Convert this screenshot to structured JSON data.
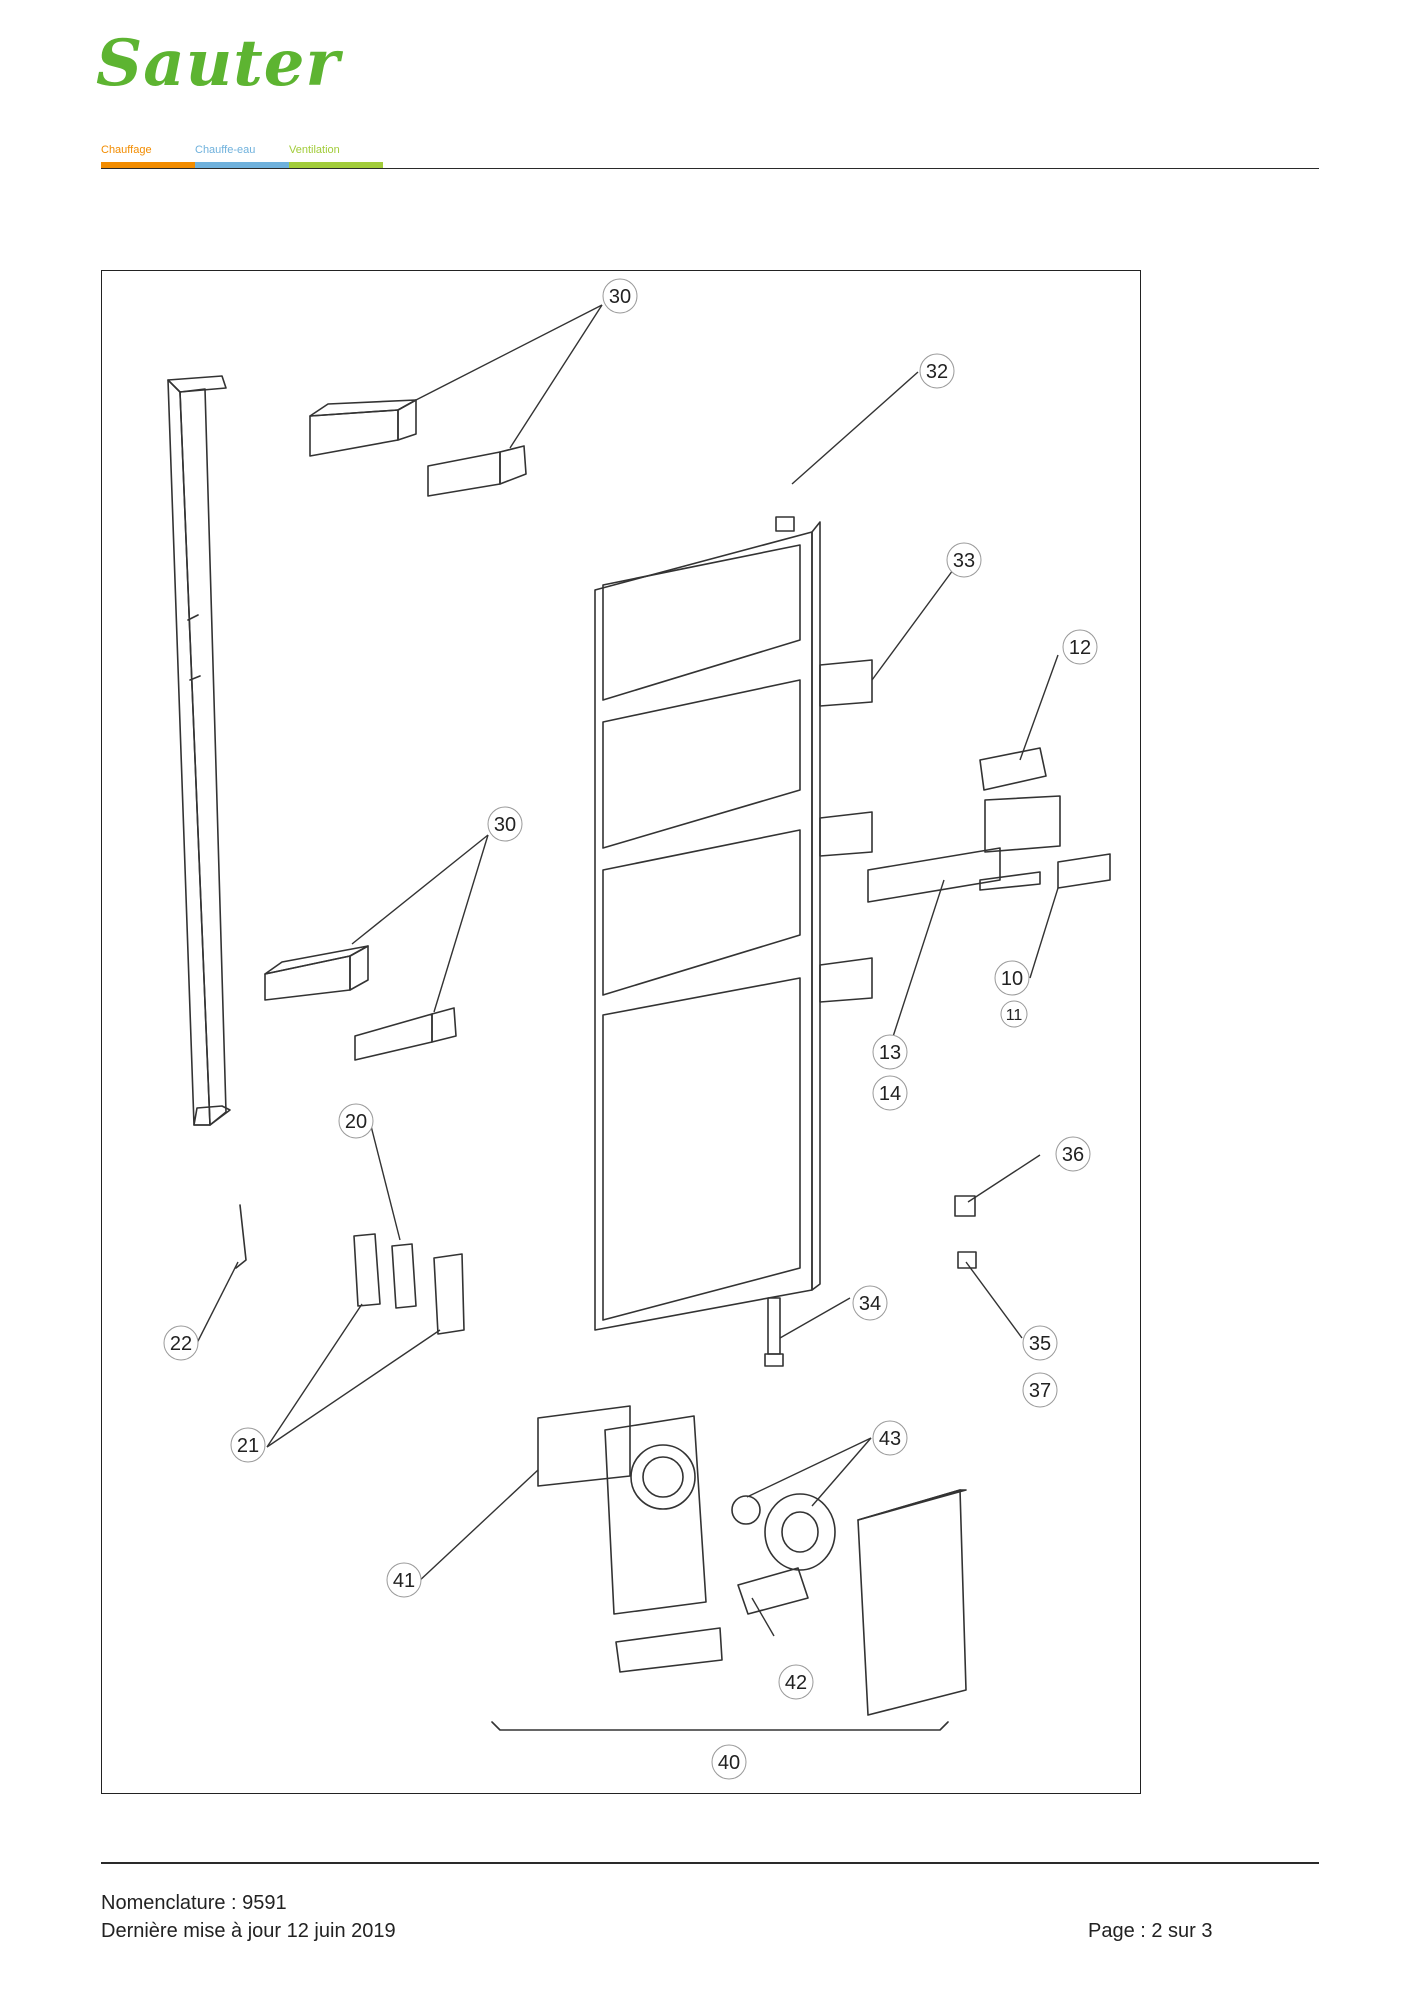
{
  "brand": {
    "name": "Sauter",
    "color": "#5db431"
  },
  "categories": [
    {
      "label": "Chauffage",
      "color": "#f28c00"
    },
    {
      "label": "Chauffe-eau",
      "color": "#6fb1dc"
    },
    {
      "label": "Ventilation",
      "color": "#a2cc3a"
    }
  ],
  "callouts": [
    "30",
    "32",
    "33",
    "12",
    "30",
    "10",
    "11",
    "13",
    "14",
    "20",
    "36",
    "34",
    "22",
    "35",
    "37",
    "21",
    "43",
    "41",
    "42",
    "40"
  ],
  "footer": {
    "nomenclature": "Nomenclature : 9591",
    "updated": "Dernière mise à jour 12 juin 2019",
    "page": "Page : 2 sur 3"
  }
}
